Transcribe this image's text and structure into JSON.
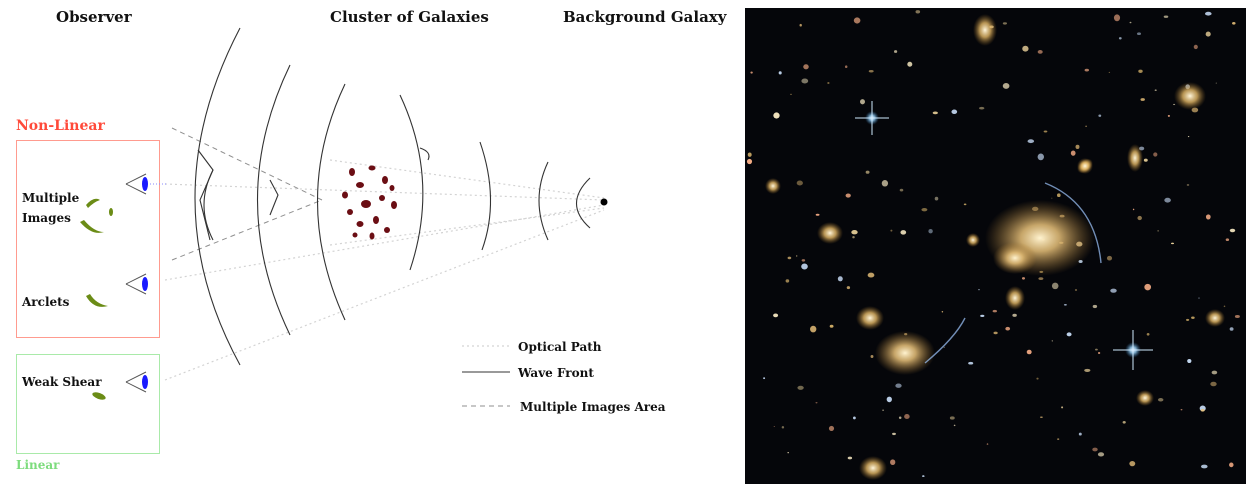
{
  "headers": {
    "observer": "Observer",
    "cluster": "Cluster of Galaxies",
    "background": "Background Galaxy"
  },
  "regimes": {
    "nonlinear": {
      "title": "Non-Linear",
      "color": "#ff4a3a",
      "items": [
        "Multiple\nImages",
        "Arclets"
      ]
    },
    "linear": {
      "title": "Linear",
      "color": "#7ddc7d",
      "items": [
        "Weak Shear"
      ]
    }
  },
  "legend": {
    "optical_path": "Optical Path",
    "wave_front": "Wave Front",
    "multiple_images_area": "Multiple Images Area"
  },
  "colors": {
    "eye": "#1a1aff",
    "image": "#6b8c16",
    "cluster_galaxy": "#6b0e14",
    "wavefront": "#333333",
    "optical_path": "#d8d8d8",
    "multiple_images_area": "#999999"
  },
  "photo": {
    "icon": "galaxy-cluster-photo"
  }
}
